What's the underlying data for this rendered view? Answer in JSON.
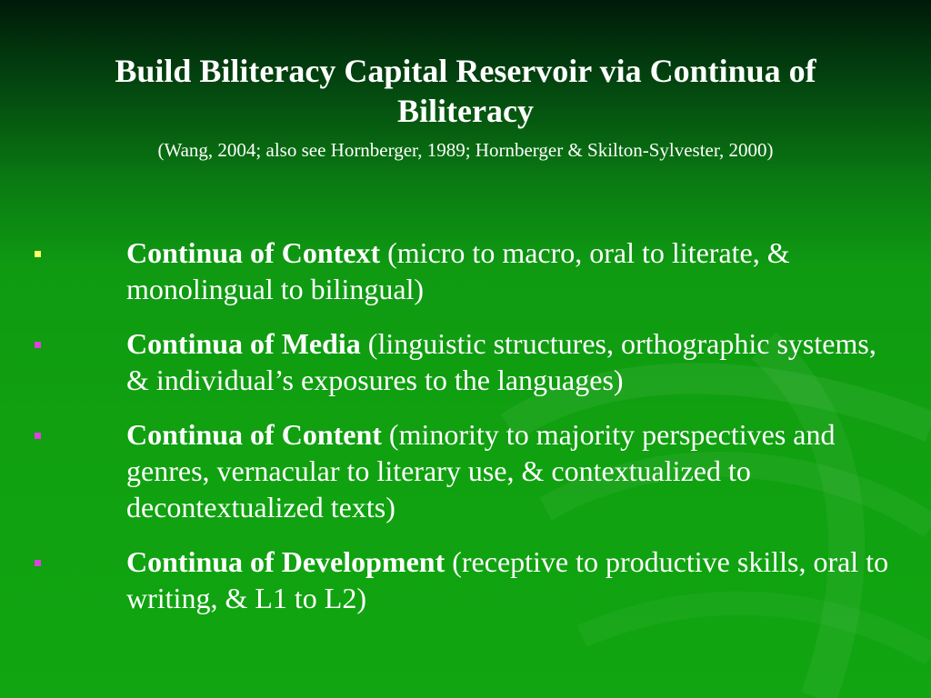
{
  "slide": {
    "title": "Build Biliteracy Capital Reservoir via Continua of Biliteracy",
    "citation": "(Wang, 2004; also see Hornberger, 1989; Hornberger & Skilton-Sylvester, 2000)",
    "colors": {
      "background": "#10a010",
      "text": "#ffffff",
      "bullet_first": "#ffff66",
      "bullet_other": "#e040e0"
    },
    "bullets": [
      {
        "term": "Continua of Context",
        "detail": "(micro to macro, oral to literate, & monolingual to bilingual)",
        "marker_icon": "square-bullet-icon",
        "marker_color": "#ffff66"
      },
      {
        "term": "Continua of Media",
        "detail": "(linguistic structures, orthographic systems, & individual’s exposures to the languages)",
        "marker_icon": "square-bullet-icon",
        "marker_color": "#e040e0"
      },
      {
        "term": "Continua of Content",
        "detail": "(minority to majority perspectives and genres, vernacular to literary use, & contextualized to decontextualized texts)",
        "marker_icon": "square-bullet-icon",
        "marker_color": "#e040e0"
      },
      {
        "term": "Continua of Development",
        "detail": "(receptive to productive skills, oral to writing, & L1 to L2)",
        "marker_icon": "square-bullet-icon",
        "marker_color": "#e040e0"
      }
    ]
  }
}
